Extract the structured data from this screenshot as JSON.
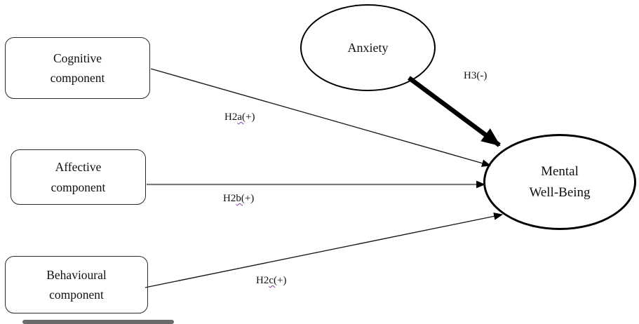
{
  "page": {
    "background": "#ffffff"
  },
  "diagram": {
    "nodes": {
      "cognitive": {
        "line1": "Cognitive",
        "line2": "component",
        "shape": "rounded-rect"
      },
      "affective": {
        "line1": "Affective",
        "line2": "component",
        "shape": "rounded-rect"
      },
      "behavioural": {
        "line1": "Behavioural",
        "line2": "component",
        "shape": "rounded-rect"
      },
      "anxiety": {
        "label": "Anxiety",
        "shape": "ellipse"
      },
      "mental_well_being": {
        "line1": "Mental",
        "line2": "Well-Being",
        "shape": "ellipse"
      }
    },
    "edge_labels": {
      "h2a": {
        "pre": "H2",
        "wavy": "a(",
        "post": "+)"
      },
      "h2b": {
        "pre": "H2",
        "wavy": "b(",
        "post": "+)"
      },
      "h2c": {
        "pre": "H2",
        "wavy": "c(",
        "post": "+)"
      },
      "h3": {
        "text": "H3(-)"
      }
    },
    "edges": [
      {
        "from": "cognitive",
        "to": "mental_well_being",
        "label": "H2a(+)",
        "style": "thin"
      },
      {
        "from": "affective",
        "to": "mental_well_being",
        "label": "H2b(+)",
        "style": "thin-gray"
      },
      {
        "from": "behavioural",
        "to": "mental_well_being",
        "label": "H2c(+)",
        "style": "thin"
      },
      {
        "from": "anxiety",
        "to": "mental_well_being",
        "label": "H3(-)",
        "style": "thick"
      }
    ],
    "colors": {
      "line": "#1a1a1a",
      "gray_line": "#7d7d7d",
      "arrowhead": "#000000",
      "squiggle": "#7b3fa0",
      "bottom_bar": "#6b6b6b"
    }
  }
}
